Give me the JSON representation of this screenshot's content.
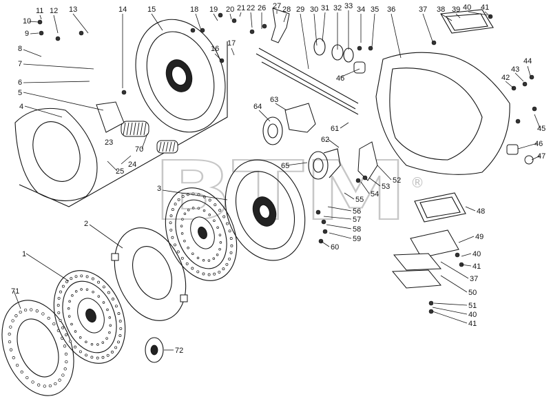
{
  "watermark": {
    "text": "BTM",
    "registered": "®"
  },
  "callouts": [
    "1",
    "2",
    "3",
    "4",
    "5",
    "6",
    "7",
    "8",
    "9",
    "10",
    "11",
    "12",
    "13",
    "14",
    "15",
    "16",
    "17",
    "18",
    "19",
    "20",
    "21",
    "22",
    "23",
    "24",
    "25",
    "26",
    "27",
    "28",
    "29",
    "30",
    "31",
    "32",
    "33",
    "34",
    "35",
    "36",
    "37",
    "38",
    "39",
    "40",
    "41",
    "42",
    "43",
    "44",
    "45",
    "46",
    "47",
    "48",
    "49",
    "50",
    "51",
    "52",
    "53",
    "54",
    "55",
    "56",
    "57",
    "58",
    "59",
    "60",
    "61",
    "62",
    "63",
    "64",
    "65",
    "70",
    "71",
    "72"
  ]
}
